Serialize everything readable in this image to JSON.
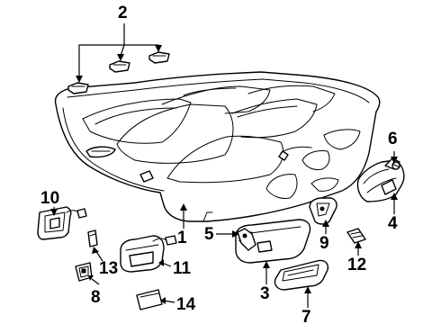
{
  "diagram": {
    "type": "exploded-parts-diagram",
    "line_color": "#000000",
    "background": "#ffffff",
    "parts": [
      {
        "id": 1,
        "label": "1",
        "icon": "headliner-panel"
      },
      {
        "id": 2,
        "label": "2",
        "icon": "dome-lamp-set"
      },
      {
        "id": 3,
        "label": "3",
        "icon": "sunvisor-left"
      },
      {
        "id": 4,
        "label": "4",
        "icon": "sunvisor-right"
      },
      {
        "id": 5,
        "label": "5",
        "icon": "visor-hinge"
      },
      {
        "id": 6,
        "label": "6",
        "icon": "visor-clip"
      },
      {
        "id": 7,
        "label": "7",
        "icon": "vanity-mirror-cover"
      },
      {
        "id": 8,
        "label": "8",
        "icon": "small-bracket"
      },
      {
        "id": 9,
        "label": "9",
        "icon": "visor-retainer"
      },
      {
        "id": 10,
        "label": "10",
        "icon": "console-lamp-bracket"
      },
      {
        "id": 11,
        "label": "11",
        "icon": "overhead-console"
      },
      {
        "id": 12,
        "label": "12",
        "icon": "clip-plate"
      },
      {
        "id": 13,
        "label": "13",
        "icon": "lens"
      },
      {
        "id": 14,
        "label": "14",
        "icon": "console-door"
      }
    ]
  }
}
